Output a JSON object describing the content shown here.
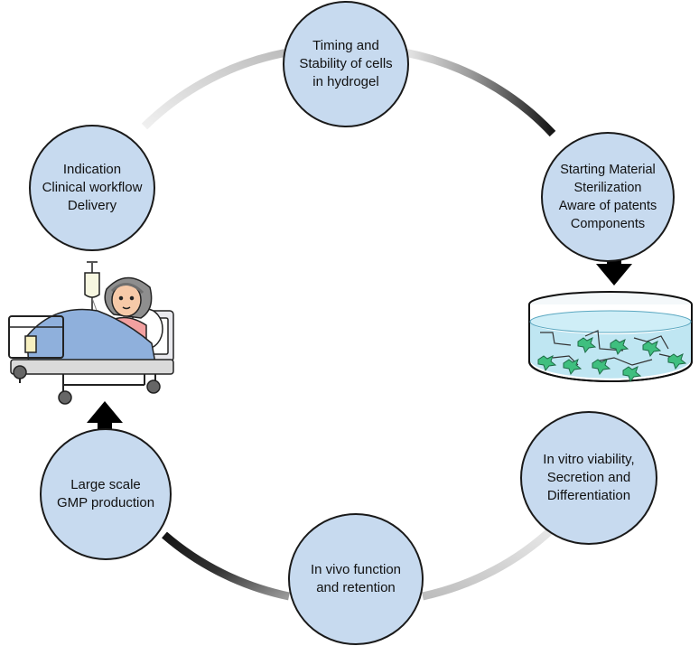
{
  "nodes": {
    "timing": {
      "lines": [
        "Timing and",
        "Stability of cells",
        "in hydrogel"
      ]
    },
    "starting_material": {
      "lines": [
        "Starting Material",
        "Sterilization",
        "Aware of patents",
        "Components"
      ]
    },
    "indication": {
      "lines": [
        "Indication",
        "Clinical workflow",
        "Delivery"
      ]
    },
    "in_vitro": {
      "lines": [
        "In vitro viability,",
        "Secretion and",
        "Differentiation"
      ]
    },
    "in_vivo": {
      "lines": [
        "In vivo function",
        "and retention"
      ]
    },
    "gmp": {
      "lines": [
        "Large scale",
        "GMP production"
      ]
    }
  },
  "colors": {
    "node_fill": "#c7daef",
    "node_border": "#1a1a1a",
    "ring_dark": "#1a1a1a",
    "ring_light": "#e6e6e6",
    "dish_liquid": "#bfe6f2",
    "cell_green": "#3fbf7f",
    "blanket": "#8fb0dc"
  },
  "icons": {
    "culture_dish": "petri-dish-with-cells-icon",
    "patient_bed": "patient-in-hospital-bed-icon",
    "arrows": "flow-arrow-icon"
  }
}
